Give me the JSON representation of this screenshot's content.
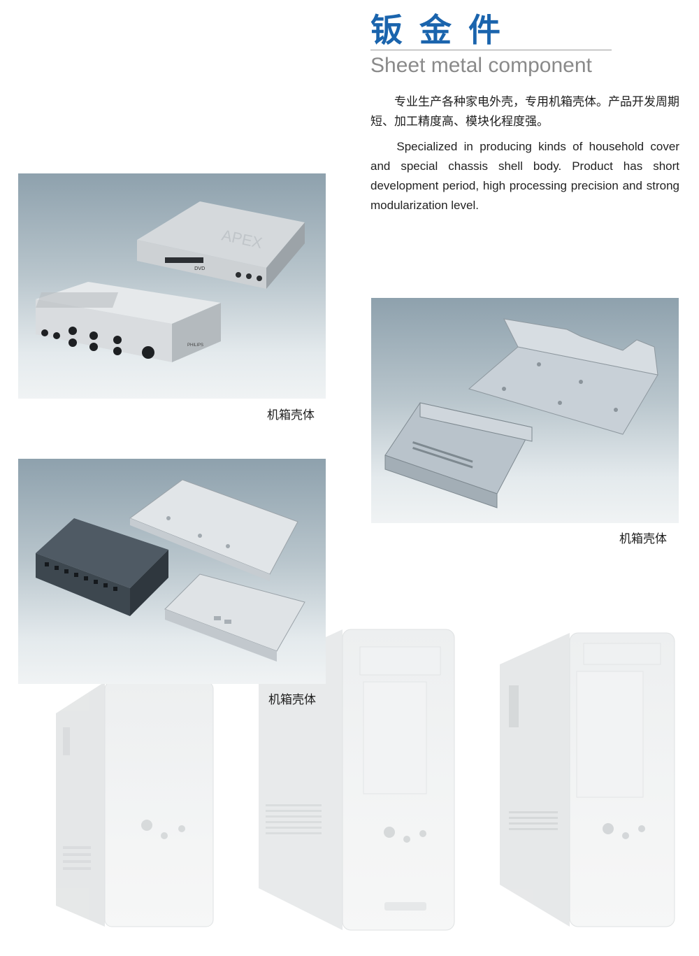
{
  "header": {
    "title_cn": "钣金件",
    "title_en": "Sheet metal component"
  },
  "intro": {
    "cn": "专业生产各种家电外壳，专用机箱壳体。产品开发周期短、加工精度高、模块化程度强。",
    "en": "Specialized in producing kinds of household cover and special chassis shell body. Product has short development period, high processing precision and strong modularization level."
  },
  "photos": [
    {
      "caption": "机箱壳体",
      "product_labels": [
        "APEX",
        "DVD",
        "PHILIPS"
      ]
    },
    {
      "caption": "机箱壳体"
    },
    {
      "caption": "机箱壳体"
    }
  ],
  "colors": {
    "title_blue": "#1a64ad",
    "subtitle_gray": "#8a8a8a",
    "photo_bg_top": "#8ea1ad",
    "photo_bg_bottom": "#f0f3f4"
  }
}
